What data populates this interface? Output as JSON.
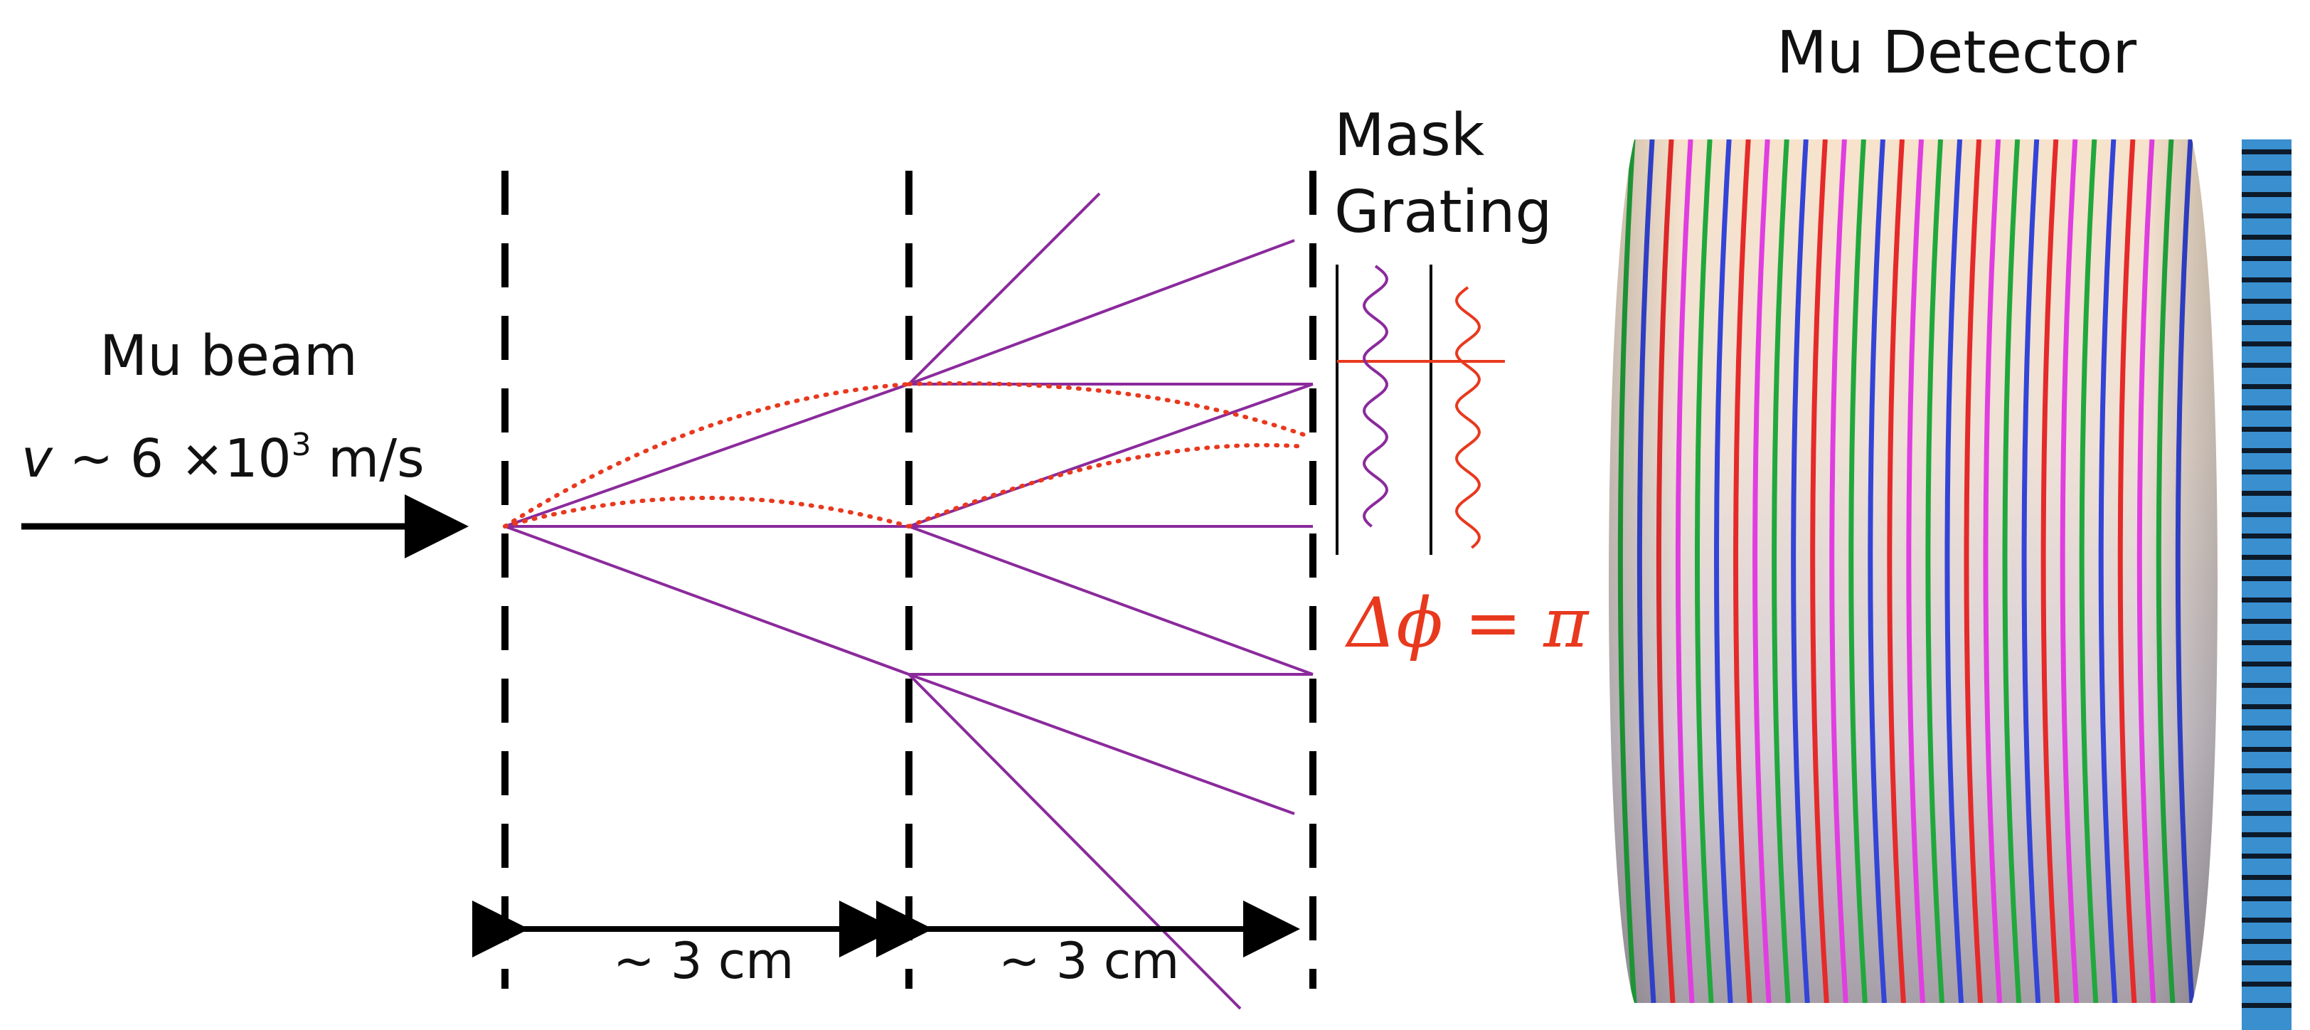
{
  "beam": {
    "title": "Mu beam",
    "speed_symbol": "v",
    "speed_mid": " ~ 6 ×10",
    "speed_exp": "3",
    "speed_unit": " m/s"
  },
  "mask": {
    "line1": "Mask",
    "line2": "Grating"
  },
  "phase_label": "Δϕ = π",
  "distances": [
    "~ 3 cm",
    "~ 3 cm"
  ],
  "detector": {
    "title": "Mu Detector",
    "stripe_colors": [
      "#21a83c",
      "#3344d6",
      "#e52a2a",
      "#e03ee0"
    ]
  },
  "colors": {
    "rays": "#8b2a9c",
    "dotted": "#e8391e",
    "wave_left": "#8b2a9c",
    "wave_right": "#e8391e",
    "scale": "#3a8fcf"
  }
}
